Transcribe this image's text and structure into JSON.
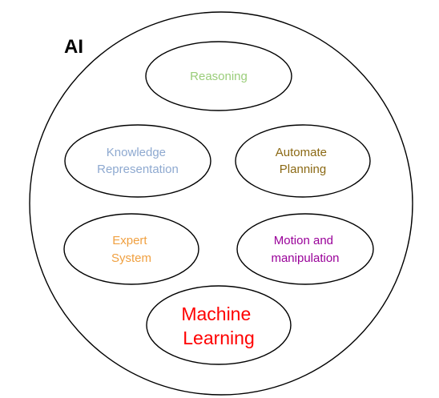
{
  "title": "AI",
  "nodes": [
    {
      "id": "reasoning",
      "lines": [
        "Reasoning"
      ],
      "color": "#9ACD7A",
      "fill": "#ffffff"
    },
    {
      "id": "knowledge",
      "lines": [
        "Knowledge",
        "Representation"
      ],
      "color": "#8EA9D0",
      "fill": "#ffffff"
    },
    {
      "id": "planning",
      "lines": [
        "Automate",
        "Planning"
      ],
      "color": "#8B6914",
      "fill": "#ffffff"
    },
    {
      "id": "expert",
      "lines": [
        "Expert",
        "System"
      ],
      "color": "#F0A040",
      "fill": "#ffffff"
    },
    {
      "id": "motion",
      "lines": [
        "Motion and",
        "manipulation"
      ],
      "color": "#990099",
      "fill": "#ffffff"
    },
    {
      "id": "ml",
      "lines": [
        "Machine",
        "Learning"
      ],
      "color": "#FF0000",
      "fill": "#FFFF00"
    }
  ]
}
